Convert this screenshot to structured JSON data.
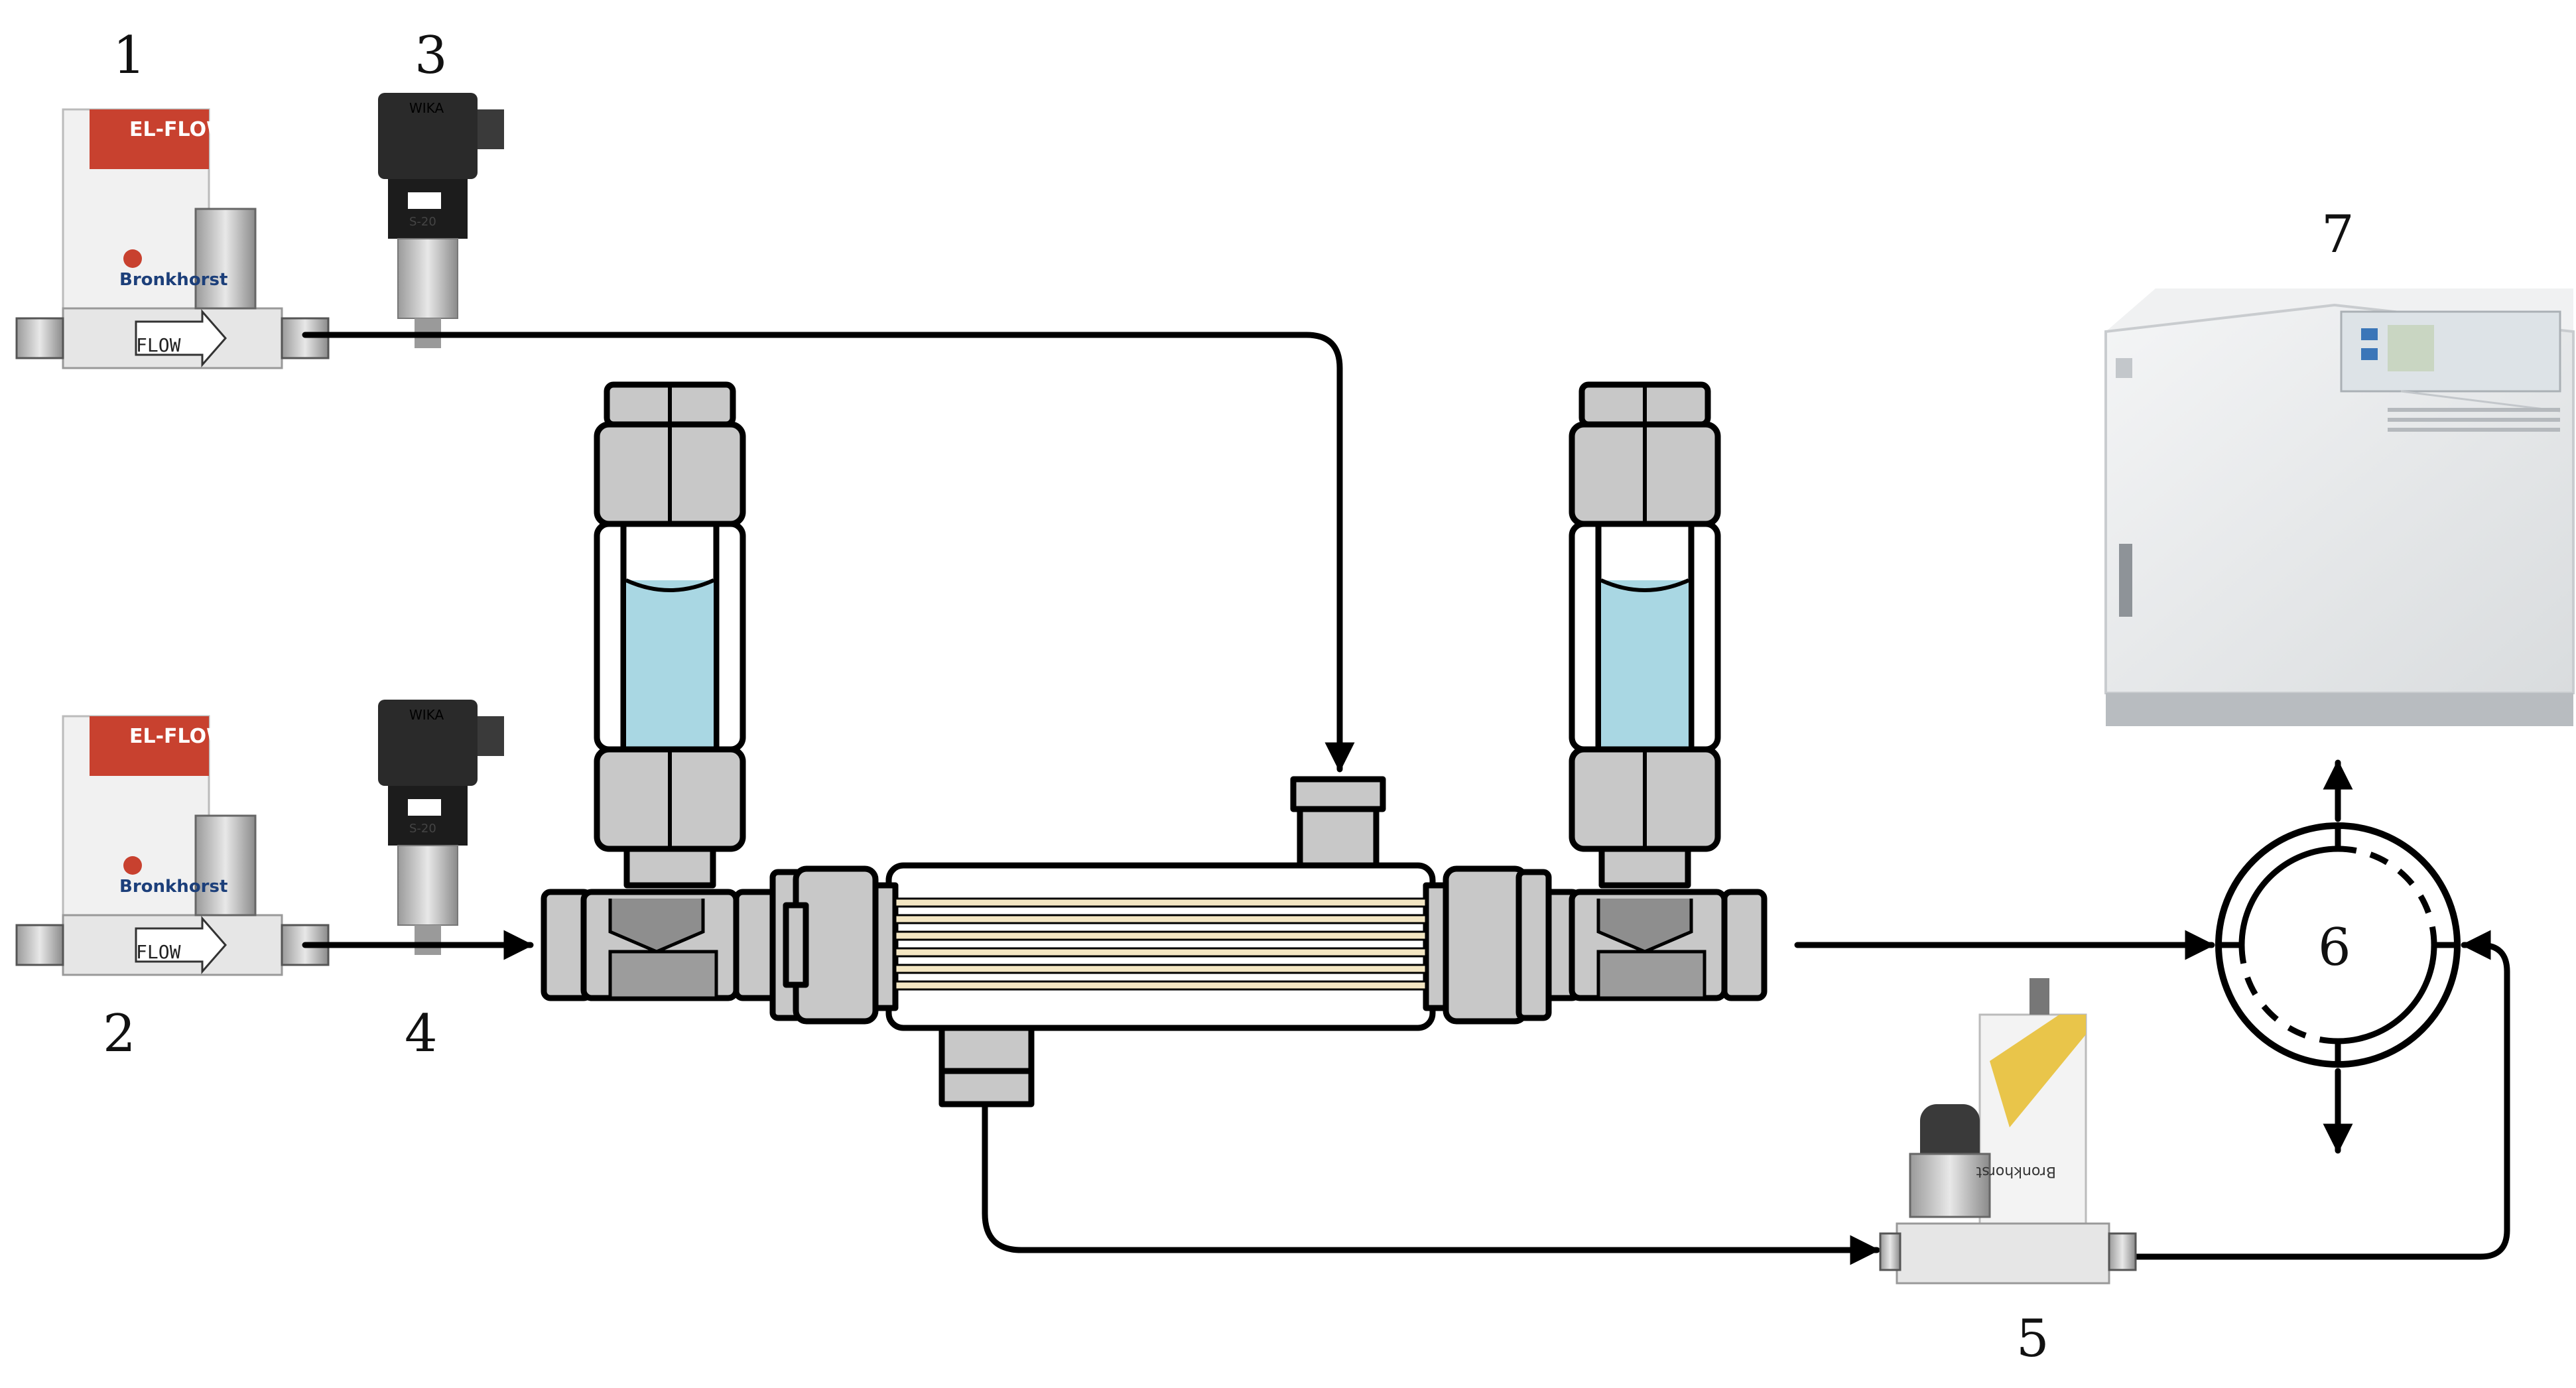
{
  "labels": {
    "n1": "1",
    "n2": "2",
    "n3": "3",
    "n4": "4",
    "n5": "5",
    "n6": "6",
    "n7": "7"
  },
  "devices": {
    "mfc_brand": "Bronkhorst",
    "mfc_model": "EL-FLOW",
    "flow_label": "FLOW",
    "sensor_brand": "WIKA",
    "sensor_model": "S-20"
  },
  "colors": {
    "line": "#000000",
    "metal": "#c8c8c8",
    "water": "#a9d7e3",
    "fiber": "#f3e6c3",
    "mfc_red": "#c8412f",
    "mfc_yellow": "#e9c54a",
    "oven": "#eceeef"
  }
}
